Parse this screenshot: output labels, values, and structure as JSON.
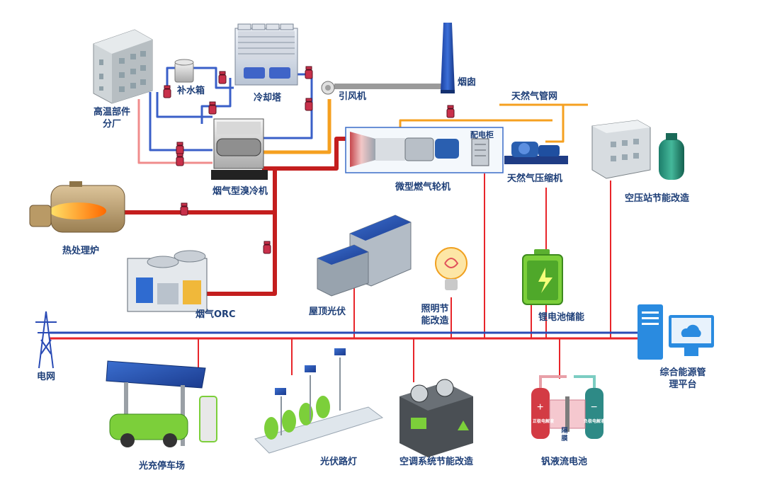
{
  "labels": {
    "high_temp_plant": "高温部件\n分厂",
    "makeup_tank": "补水箱",
    "cooling_tower": "冷却塔",
    "induced_fan": "引风机",
    "chimney": "烟囱",
    "gas_pipe_network": "天然气管网",
    "distribution_cabinet": "配电柜",
    "flue_gas_chiller": "烟气型溴冷机",
    "micro_gas_turbine": "微型燃气轮机",
    "gas_compressor": "天然气压缩机",
    "air_station_retrofit": "空压站节能改造",
    "heat_treatment_furnace": "热处理炉",
    "flue_gas_orc": "烟气ORC",
    "rooftop_pv": "屋顶光伏",
    "lighting_retrofit": "照明节\n能改造",
    "li_battery_storage": "锂电池储能",
    "grid": "电网",
    "energy_platform": "综合能源管\n理平台",
    "pv_parking": "光充停车场",
    "pv_streetlight": "光伏路灯",
    "hvac_retrofit": "空调系统节能改造",
    "vanadium_battery": "钒液流电池",
    "membrane": "隔\n膜",
    "positive_electrolyte": "正极电解液",
    "negative_electrolyte": "负极电解液"
  },
  "colors": {
    "hot_pipe": "#c41e1e",
    "warm_pipe": "#f08c8c",
    "cold_pipe": "#3a5fc8",
    "exhaust_pipe": "#f5a020",
    "gas_pipe": "#f5a020",
    "flue_pipe": "#9a9a9a",
    "bus_red": "#e8252a",
    "bus_blue": "#2a4bb5",
    "label": "#1e3f78"
  }
}
